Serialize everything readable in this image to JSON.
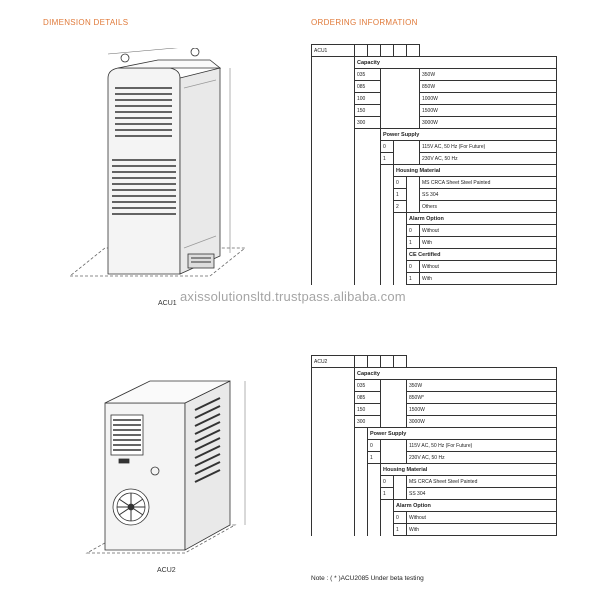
{
  "headings": {
    "dimension": "DIMENSION DETAILS",
    "ordering": "ORDERING INFORMATION"
  },
  "captions": {
    "acu1": "ACU1",
    "acu2": "ACU2"
  },
  "watermark": "axissolutionsltd.trustpass.alibaba.com",
  "acu1": {
    "code": "ACU1",
    "capacity_title": "Capacity",
    "capacities": [
      {
        "code": "035",
        "label": "350W"
      },
      {
        "code": "085",
        "label": "850W"
      },
      {
        "code": "100",
        "label": "1000W"
      },
      {
        "code": "150",
        "label": "1500W"
      },
      {
        "code": "300",
        "label": "3000W"
      }
    ],
    "power_title": "Power Supply",
    "power": [
      {
        "code": "0",
        "label": "115V AC, 50 Hz (For Future)"
      },
      {
        "code": "1",
        "label": "230V AC, 50 Hz"
      }
    ],
    "housing_title": "Housing Material",
    "housing": [
      {
        "code": "0",
        "label": "MS CRCA Sheet Steel Painted"
      },
      {
        "code": "1",
        "label": "SS 304"
      },
      {
        "code": "2",
        "label": "Others"
      }
    ],
    "alarm_title": "Alarm Option",
    "alarm": [
      {
        "code": "0",
        "label": "Without"
      },
      {
        "code": "1",
        "label": "With"
      }
    ],
    "ce_title": "CE Certified",
    "ce": [
      {
        "code": "0",
        "label": "Without"
      },
      {
        "code": "1",
        "label": "With"
      }
    ]
  },
  "acu2": {
    "code": "ACU2",
    "capacity_title": "Capacity",
    "capacities": [
      {
        "code": "035",
        "label": "350W"
      },
      {
        "code": "085",
        "label": "850W*"
      },
      {
        "code": "150",
        "label": "1500W"
      },
      {
        "code": "300",
        "label": "3000W"
      }
    ],
    "power_title": "Power Supply",
    "power": [
      {
        "code": "0",
        "label": "115V AC, 50 Hz (For Future)"
      },
      {
        "code": "1",
        "label": "230V AC, 50 Hz"
      }
    ],
    "housing_title": "Housing Material",
    "housing": [
      {
        "code": "0",
        "label": "MS CRCA Sheet Steel Painted"
      },
      {
        "code": "1",
        "label": "SS 304"
      }
    ],
    "alarm_title": "Alarm Option",
    "alarm": [
      {
        "code": "0",
        "label": "Without"
      },
      {
        "code": "1",
        "label": "With"
      }
    ]
  },
  "note": "Note : ( * )ACU2085 Under beta testing"
}
